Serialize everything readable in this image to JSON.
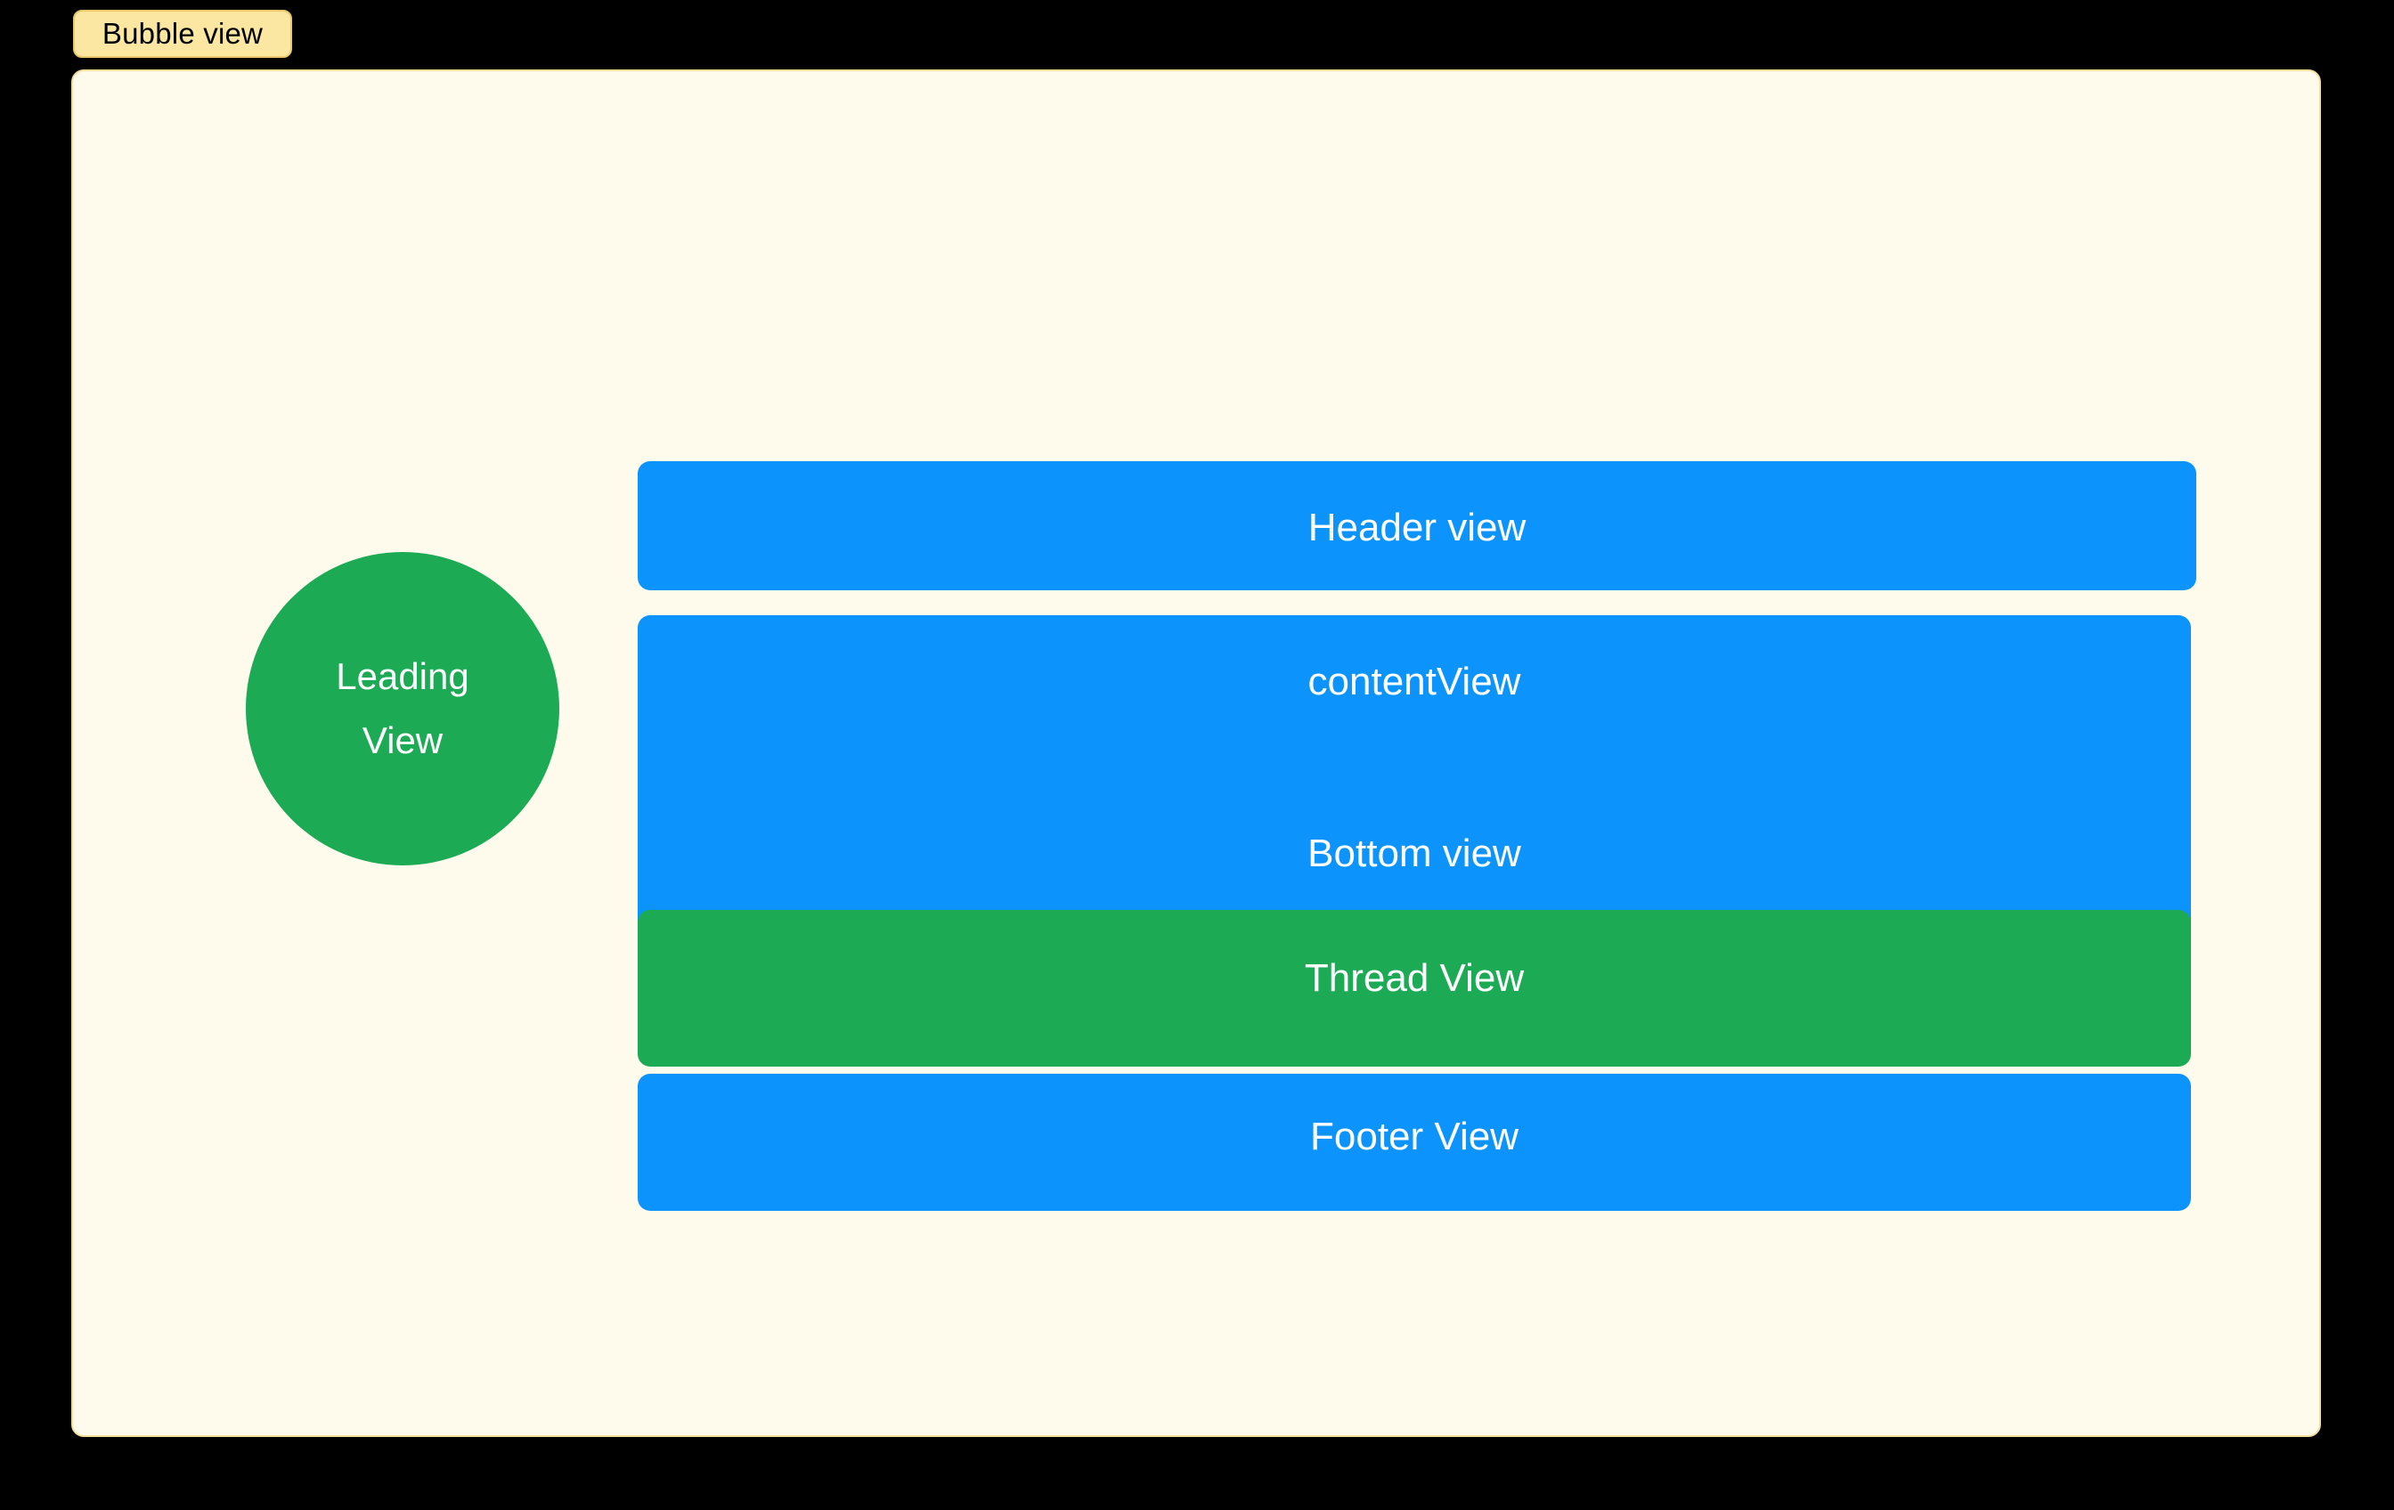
{
  "annotation": {
    "label": "Bubble view"
  },
  "canvas": {
    "background_color": "#FEFBEC",
    "border_color": "#F5DE9B"
  },
  "colors": {
    "blue": "#0D94FC",
    "green": "#1CAA55",
    "label_fill": "#FBE6A2",
    "label_border": "#E8C96A",
    "text_on_fill": "#FFFFFF",
    "label_text": "#000000"
  },
  "leading": {
    "line1": "Leading",
    "line2": "View"
  },
  "bars": {
    "header": {
      "label": "Header view",
      "color": "#0D94FC"
    },
    "content": {
      "label": "contentView",
      "secondary_label": "Bottom view",
      "color": "#0D94FC"
    },
    "thread": {
      "label": "Thread View",
      "color": "#1CAA55"
    },
    "footer": {
      "label": "Footer View",
      "color": "#0D94FC"
    }
  }
}
